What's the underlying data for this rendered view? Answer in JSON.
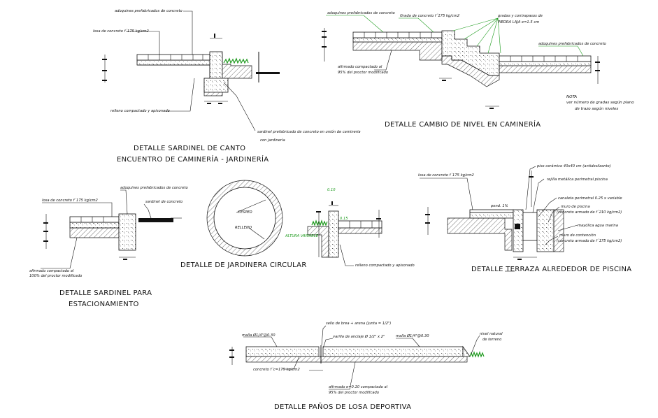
{
  "titles": {
    "sardinel_canto_1": "DETALLE SARDINEL DE CANTO",
    "sardinel_canto_2": "ENCUENTRO DE CAMINERÍA - JARDINERÍA",
    "cambio_nivel": "DETALLE CAMBIO DE NIVEL EN CAMINERÍA",
    "sardinel_est_1": "DETALLE SARDINEL PARA",
    "sardinel_est_2": "ESTACIONAMIENTO",
    "jardinera": "DETALLE DE JARDINERA CIRCULAR",
    "terraza": "DETALLE TERRAZA ALREDEDOR DE PISCINA",
    "losa": "DETALLE PAÑOS DE LOSA DEPORTIVA"
  },
  "labels": {
    "adoquines_1": "adoquines prefabricados de concreto",
    "losa_175_1": "losa de concreto f´175 kg/cm2",
    "relleno_1": "relleno compactado y apisonado",
    "sardinel_1": "sardinel prefabricado de concreto en unión de camineria",
    "sardinel_1b": "con jardinería",
    "cn_adoquines": "adoquines prefabricados de concreto",
    "cn_grada": "Grada de concreto f´175 kg/cm2",
    "cn_gradas_piedra": "gradas y contrapasos de",
    "cn_piedra": "PIEDRA LAJA e=1.5 cm",
    "cn_adoquines_2": "adoquines prefabricados de concreto",
    "cn_afirmado": "afirmado compactado al",
    "cn_proctor": "95% del proctor modificado",
    "nota_title": "NOTA",
    "nota_1": "ver número de gradas según plano",
    "nota_2": "de trazo según niveles",
    "est_adoquines": "adoquines prefabricados de concreto",
    "est_losa": "losa de concreto f´175 kg/cm2",
    "est_sardinel": "sardinel de concreto",
    "est_afirmado": "afirmado compactado al",
    "est_proctor": "100% del proctor modificado",
    "jc_cesped": "CESPED",
    "jc_relleno": "RELLENO",
    "jc_dim_1": "0.10",
    "jc_dim_2": "0.15",
    "jc_altura": "ALTURA VARIABLE",
    "jc_relleno_2": "relleno compactado y apisonado",
    "tp_losa": "losa de concreto f´175 kg/cm2",
    "tp_piso": "piso cerámico 40x40 cm (antideslizante)",
    "tp_rejilla": "rejilla metálica perimetral piscina",
    "tp_canaleta": "canaleta perimetral 0.25 x variable",
    "tp_muro_piscina": "muro de piscina",
    "tp_muro_piscina_2": "(concreto armado de f´210 kg/cm2)",
    "tp_mayolica": "mayólica agua marina",
    "tp_muro_contencion": "muro de contención",
    "tp_muro_contencion_2": "(concreto armado de f´175 kg/cm2)",
    "tp_pend": "pend. 1%",
    "ld_sello": "sello de brea + arena (junta = 1/2\")",
    "ld_malla_1": "malla Ø1/4\"@0.30",
    "ld_malla_2": "malla Ø1/4\"@0.30",
    "ld_varilla": "varilla de anclaje Ø 1/2\" x 2\"",
    "ld_nivel": "nivel natural",
    "ld_terreno": "de terreno",
    "ld_concreto": "concreto f´c=175 kg/cm2",
    "ld_afirmado": "afirmado e=0.10 compactado al",
    "ld_proctor": "95% del proctor modificado"
  },
  "colors": {
    "line": "#111111",
    "grass": "#1e9a1e",
    "label_green": "#1a9a1a",
    "background": "#ffffff"
  }
}
